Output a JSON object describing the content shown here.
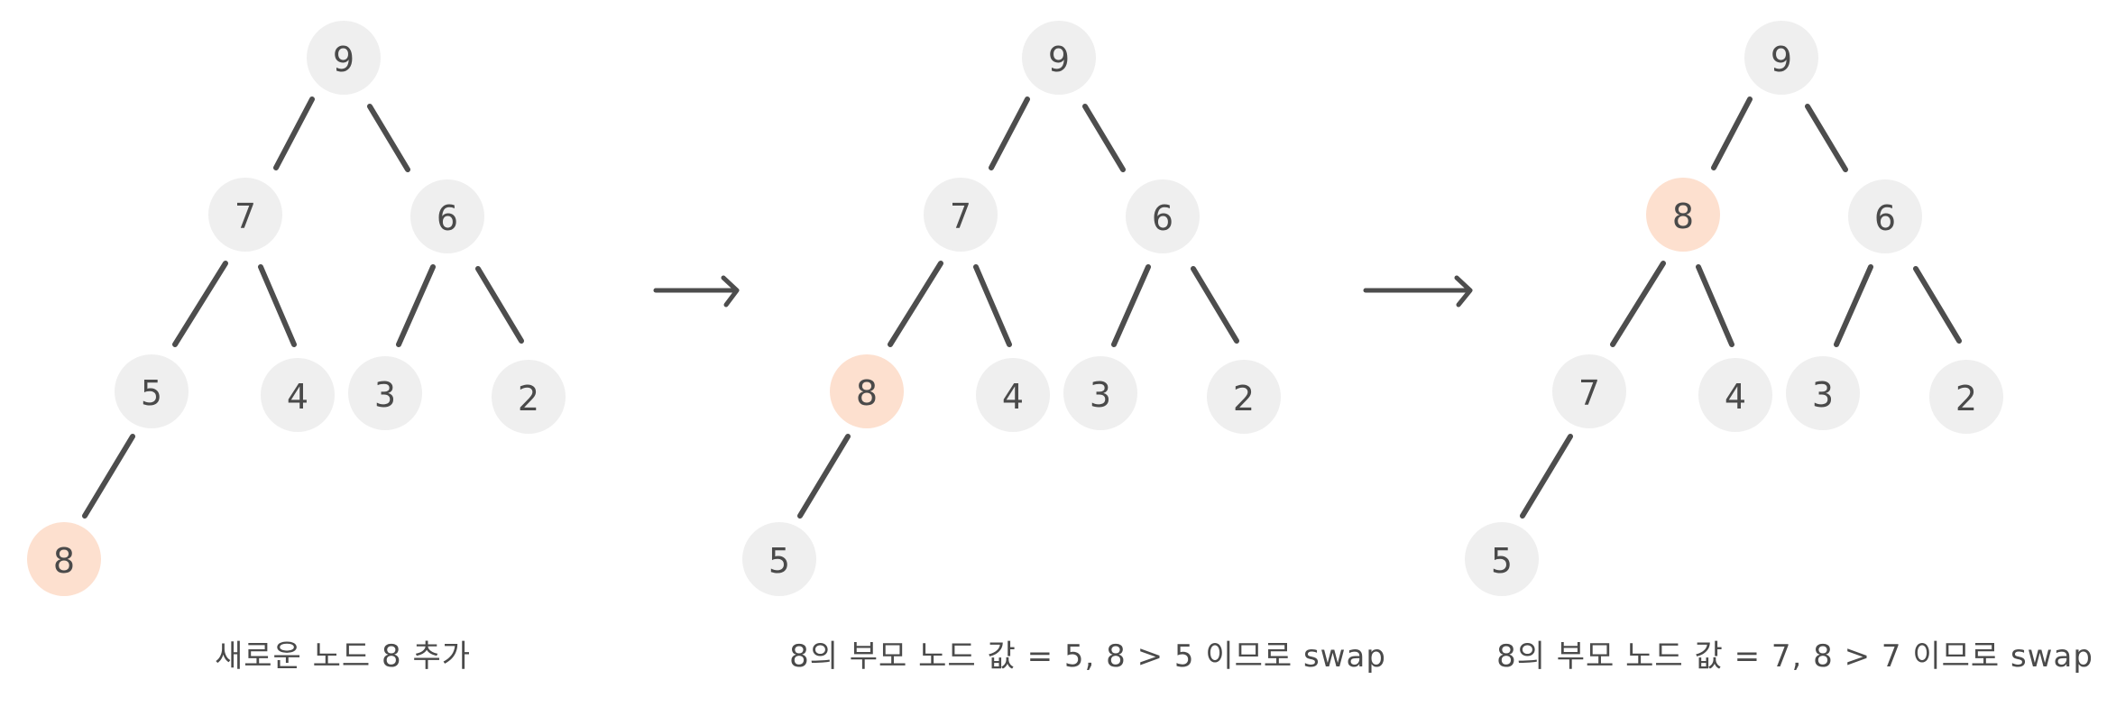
{
  "colors": {
    "node_fill": "#efefef",
    "highlight_fill": "#fde0cf",
    "line": "#4d4d4d",
    "text": "#4a4a4a"
  },
  "panels": [
    {
      "caption": "새로운 노드 8 추가",
      "nodes": [
        {
          "id": "a",
          "value": "9",
          "highlight": false
        },
        {
          "id": "b",
          "value": "7",
          "highlight": false
        },
        {
          "id": "c",
          "value": "6",
          "highlight": false
        },
        {
          "id": "d",
          "value": "5",
          "highlight": false
        },
        {
          "id": "e",
          "value": "4",
          "highlight": false
        },
        {
          "id": "f",
          "value": "3",
          "highlight": false
        },
        {
          "id": "g",
          "value": "2",
          "highlight": false
        },
        {
          "id": "h",
          "value": "8",
          "highlight": true
        }
      ],
      "edges": [
        [
          "a",
          "b"
        ],
        [
          "a",
          "c"
        ],
        [
          "b",
          "d"
        ],
        [
          "b",
          "e"
        ],
        [
          "c",
          "f"
        ],
        [
          "c",
          "g"
        ],
        [
          "d",
          "h"
        ]
      ]
    },
    {
      "caption": "8의 부모 노드 값 = 5, 8 > 5 이므로 swap",
      "nodes": [
        {
          "id": "a",
          "value": "9",
          "highlight": false
        },
        {
          "id": "b",
          "value": "7",
          "highlight": false
        },
        {
          "id": "c",
          "value": "6",
          "highlight": false
        },
        {
          "id": "d",
          "value": "8",
          "highlight": true
        },
        {
          "id": "e",
          "value": "4",
          "highlight": false
        },
        {
          "id": "f",
          "value": "3",
          "highlight": false
        },
        {
          "id": "g",
          "value": "2",
          "highlight": false
        },
        {
          "id": "h",
          "value": "5",
          "highlight": false
        }
      ],
      "edges": [
        [
          "a",
          "b"
        ],
        [
          "a",
          "c"
        ],
        [
          "b",
          "d"
        ],
        [
          "b",
          "e"
        ],
        [
          "c",
          "f"
        ],
        [
          "c",
          "g"
        ],
        [
          "d",
          "h"
        ]
      ]
    },
    {
      "caption": "8의 부모 노드 값 = 7, 8 > 7 이므로 swap",
      "nodes": [
        {
          "id": "a",
          "value": "9",
          "highlight": false
        },
        {
          "id": "b",
          "value": "8",
          "highlight": true
        },
        {
          "id": "c",
          "value": "6",
          "highlight": false
        },
        {
          "id": "d",
          "value": "7",
          "highlight": false
        },
        {
          "id": "e",
          "value": "4",
          "highlight": false
        },
        {
          "id": "f",
          "value": "3",
          "highlight": false
        },
        {
          "id": "g",
          "value": "2",
          "highlight": false
        },
        {
          "id": "h",
          "value": "5",
          "highlight": false
        }
      ],
      "edges": [
        [
          "a",
          "b"
        ],
        [
          "a",
          "c"
        ],
        [
          "b",
          "d"
        ],
        [
          "b",
          "e"
        ],
        [
          "c",
          "f"
        ],
        [
          "c",
          "g"
        ],
        [
          "d",
          "h"
        ]
      ]
    }
  ]
}
